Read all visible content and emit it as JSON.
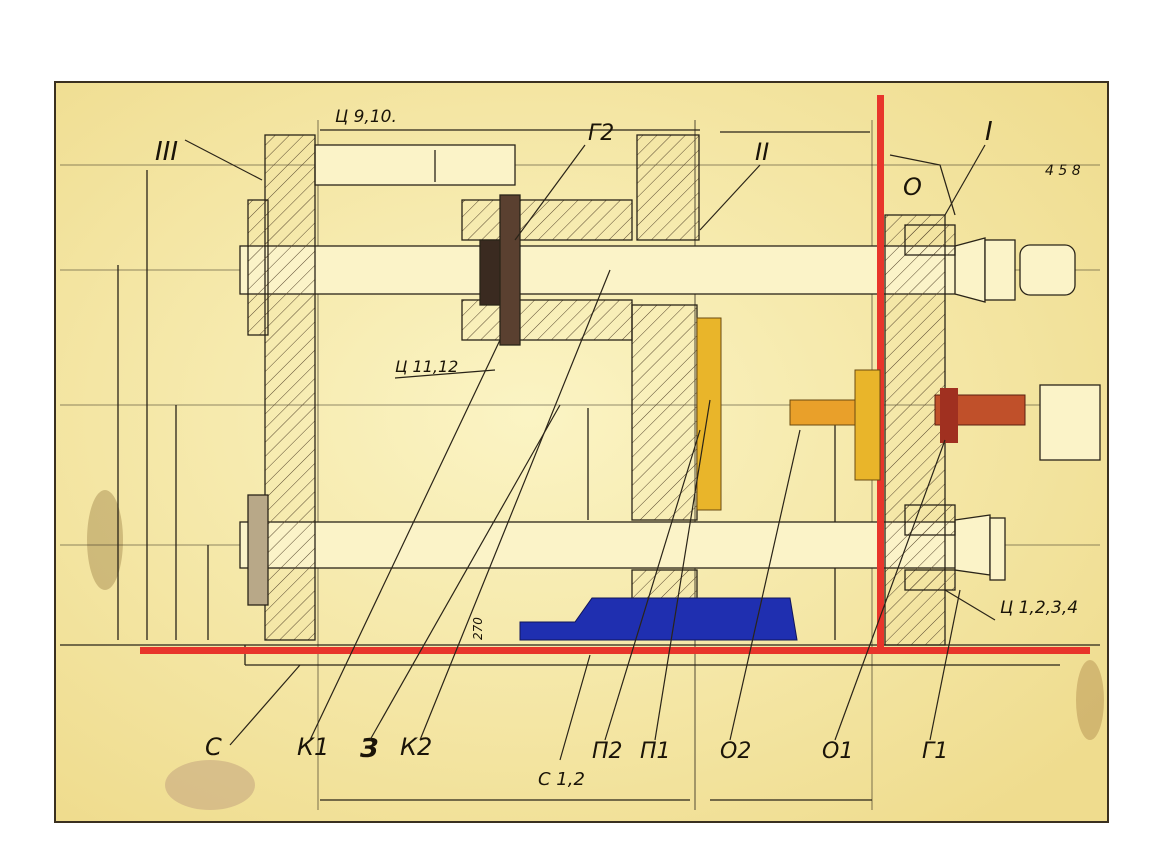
{
  "drawing": {
    "roman_labels": {
      "one": "I",
      "two": "II",
      "three": "III",
      "zero": "O"
    },
    "callouts": {
      "c9_10": "Ц 9,10.",
      "g2": "Г2",
      "c11_12": "Ц 11,12",
      "c1_4": "Ц 1,2,3,4",
      "dim_270": "270",
      "right_numbers": "4 5 8"
    },
    "bottom_labels": [
      "С",
      "К1",
      "З",
      "К2",
      "С 1,2",
      "П2",
      "П1",
      "О2",
      "О1",
      "Г1"
    ],
    "colors": {
      "paper": "#f4e9a6",
      "red_line": "#e8352b",
      "blue_part": "#1f2fb0",
      "yellow_part": "#e9b52a",
      "orange_part": "#e07a1c",
      "ink": "#2a2418"
    }
  }
}
